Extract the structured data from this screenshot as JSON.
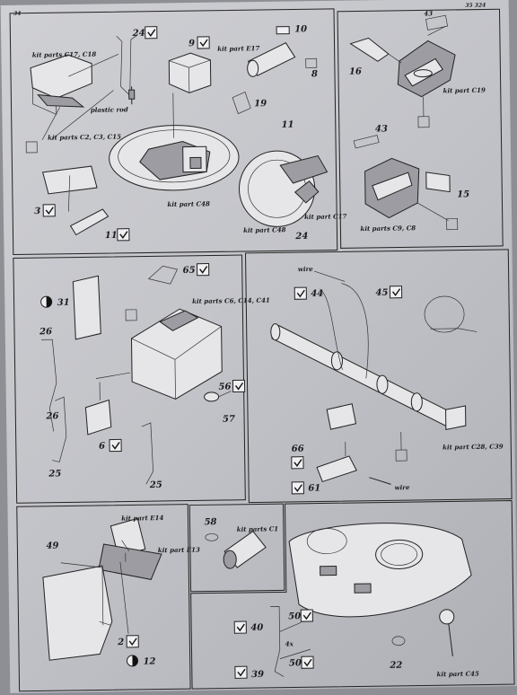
{
  "page": {
    "page_number": "34",
    "top_right_code": "35 324"
  },
  "panel_top_left": {
    "label_kit_parts_c17_c18": "kit parts C17, C18",
    "label_plastic_rod": "plastic rod",
    "label_kit_parts_c2_c3_c15": "kit parts C2, C3, C15",
    "label_kit_part_e17": "kit part E17",
    "label_kit_part_c48_a": "kit part C48",
    "label_kit_part_c48_b": "kit part C48",
    "label_kit_part_c17": "kit part C17",
    "num_24a": "24",
    "num_9": "9",
    "num_10": "10",
    "num_8": "8",
    "num_19": "19",
    "num_3": "3",
    "num_11a": "11",
    "num_11b": "11",
    "num_24b": "24"
  },
  "panel_top_right": {
    "num_43a": "43",
    "num_16": "16",
    "label_kit_part_c19": "kit part C19",
    "num_43b": "43",
    "num_15": "15",
    "label_kit_parts_c9_c8": "kit parts C9, C8"
  },
  "panel_mid_left": {
    "num_65": "65",
    "num_31": "31",
    "label_kit_parts_c6_c14_c41": "kit parts C6, C14, C41",
    "num_26a": "26",
    "num_26b": "26",
    "num_56": "56",
    "num_57": "57",
    "num_6": "6",
    "num_25a": "25",
    "num_25b": "25"
  },
  "panel_mid_right": {
    "label_wire_a": "wire",
    "num_44": "44",
    "num_45": "45",
    "label_kit_part_c28_c39": "kit part C28, C39",
    "num_66": "66",
    "num_61": "61",
    "label_wire_b": "wire"
  },
  "panel_bottom_left": {
    "label_kit_part_e14": "kit part E14",
    "num_49": "49",
    "label_kit_part_e13": "kit part E13",
    "num_2": "2",
    "num_12": "12"
  },
  "panel_bottom_mid": {
    "num_58": "58",
    "label_kit_parts_c1": "kit parts C1"
  },
  "panel_bottom_right": {
    "num_40": "40",
    "num_50a": "50",
    "label_4x": "4x",
    "num_50b": "50",
    "num_39": "39",
    "num_22": "22",
    "label_kit_part_c45": "kit part C45"
  }
}
